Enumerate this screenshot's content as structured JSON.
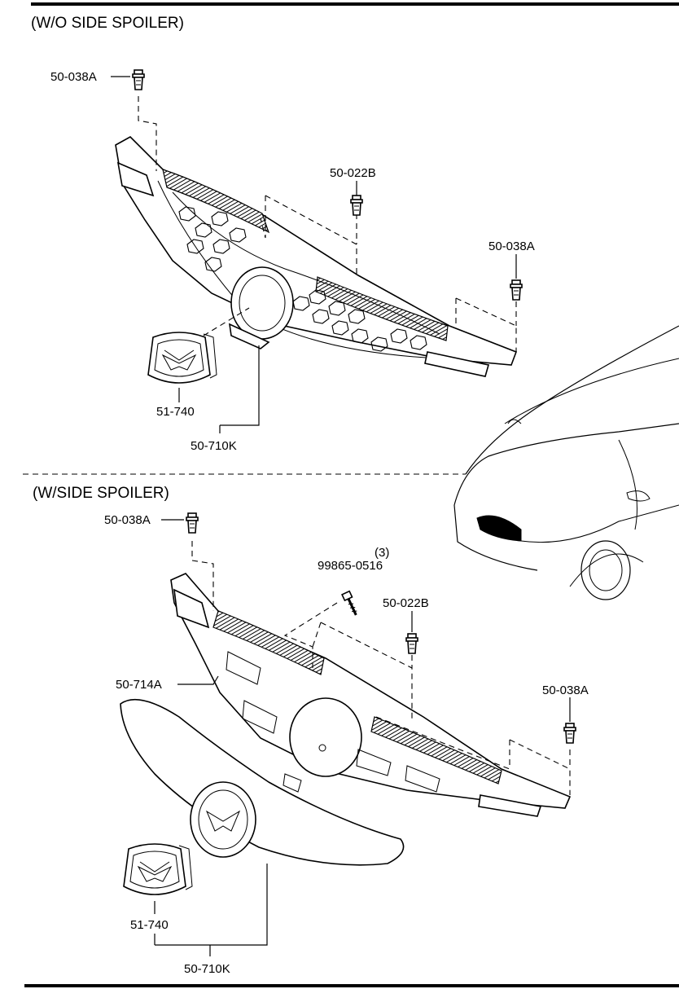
{
  "sections": {
    "top": {
      "title": "(W/O SIDE SPOILER)"
    },
    "bottom": {
      "title": "(W/SIDE SPOILER)"
    }
  },
  "labels": {
    "top_clip_left": "50-038A",
    "top_clip_center": "50-022B",
    "top_clip_right": "50-038A",
    "top_emblem": "51-740",
    "top_grille": "50-710K",
    "bottom_clip_left": "50-038A",
    "bottom_screw_qty": "(3)",
    "bottom_screw": "99865-0516",
    "bottom_clip_center": "50-022B",
    "bottom_clip_right": "50-038A",
    "bottom_bracket": "50-714A",
    "bottom_emblem": "51-740",
    "bottom_grille": "50-710K"
  }
}
